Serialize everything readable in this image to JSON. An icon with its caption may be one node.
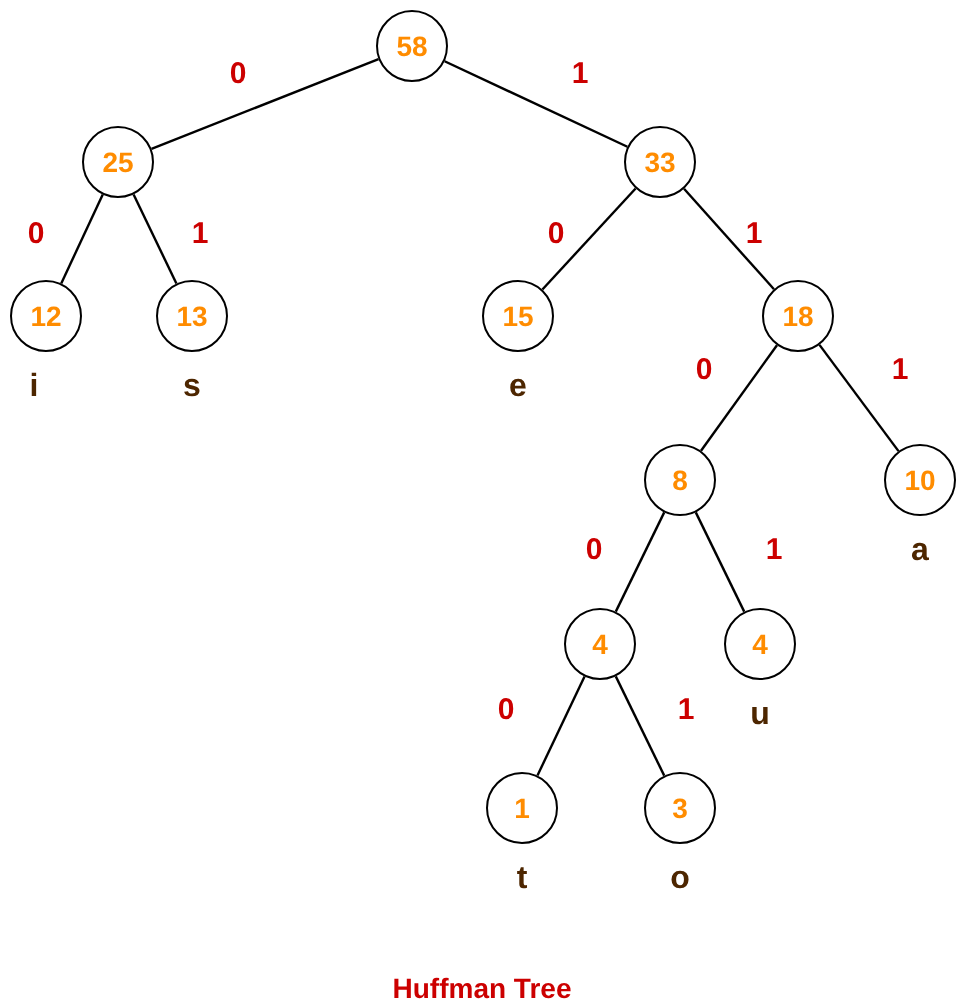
{
  "diagram": {
    "caption": "Huffman Tree",
    "nodes": [
      {
        "text": [
          "58"
        ]
      },
      {
        "text": [
          "25"
        ]
      },
      {
        "text": [
          "33"
        ]
      },
      {
        "text": [
          "12"
        ],
        "beside": [
          "i"
        ]
      },
      {
        "text": [
          "13"
        ],
        "beside": [
          "s"
        ]
      },
      {
        "text": [
          "15"
        ],
        "beside": [
          "e"
        ]
      },
      {
        "text": [
          "18"
        ]
      },
      {
        "text": [
          "8"
        ]
      },
      {
        "text": [
          "10"
        ],
        "beside": [
          "a"
        ]
      },
      {
        "text": [
          "4"
        ]
      },
      {
        "text": [
          "4"
        ],
        "beside": [
          "u"
        ]
      },
      {
        "text": [
          "1"
        ],
        "beside": [
          "t"
        ]
      },
      {
        "text": [
          "3"
        ],
        "beside": [
          "o"
        ]
      }
    ],
    "edges": [
      {
        "from": 0,
        "to": 1,
        "arrow": "none",
        "label": "0"
      },
      {
        "from": 0,
        "to": 2,
        "arrow": "none",
        "label": "1"
      },
      {
        "from": 1,
        "to": 3,
        "arrow": "none",
        "label": "0"
      },
      {
        "from": 1,
        "to": 4,
        "arrow": "none",
        "label": "1"
      },
      {
        "from": 2,
        "to": 5,
        "arrow": "none",
        "label": "0"
      },
      {
        "from": 2,
        "to": 6,
        "arrow": "none",
        "label": "1"
      },
      {
        "from": 6,
        "to": 7,
        "arrow": "none",
        "label": "0"
      },
      {
        "from": 6,
        "to": 8,
        "arrow": "none",
        "label": "1"
      },
      {
        "from": 7,
        "to": 9,
        "arrow": "none",
        "label": "0"
      },
      {
        "from": 7,
        "to": 10,
        "arrow": "none",
        "label": "1"
      },
      {
        "from": 9,
        "to": 11,
        "arrow": "none",
        "label": "0"
      },
      {
        "from": 9,
        "to": 12,
        "arrow": "none",
        "label": "1"
      }
    ]
  }
}
